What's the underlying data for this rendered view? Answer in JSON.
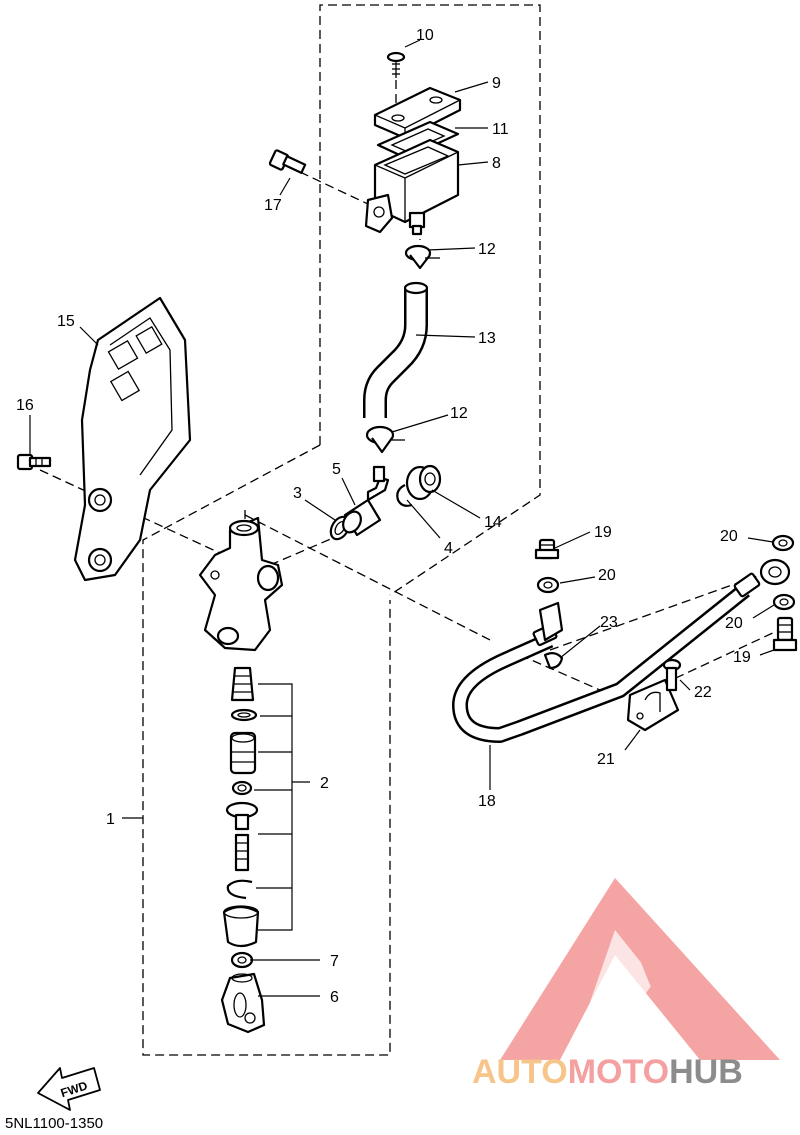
{
  "diagram_code": "5NL1100-1350",
  "fwd_label": "FWD",
  "watermark": {
    "text_parts": [
      "AUTO",
      "MOTO",
      "HUB"
    ],
    "colors": [
      "#f7c58a",
      "#f5a0a0",
      "#8c8c8c"
    ],
    "logo_color": "#f5a0a0"
  },
  "callouts": {
    "n1": "1",
    "n2": "2",
    "n3": "3",
    "n4": "4",
    "n5": "5",
    "n6": "6",
    "n7": "7",
    "n8": "8",
    "n9": "9",
    "n10": "10",
    "n11": "11",
    "n12a": "12",
    "n12b": "12",
    "n13": "13",
    "n14": "14",
    "n15": "15",
    "n16": "16",
    "n17": "17",
    "n18": "18",
    "n19a": "19",
    "n19b": "19",
    "n20a": "20",
    "n20b": "20",
    "n20c": "20",
    "n21": "21",
    "n22": "22",
    "n23": "23"
  }
}
